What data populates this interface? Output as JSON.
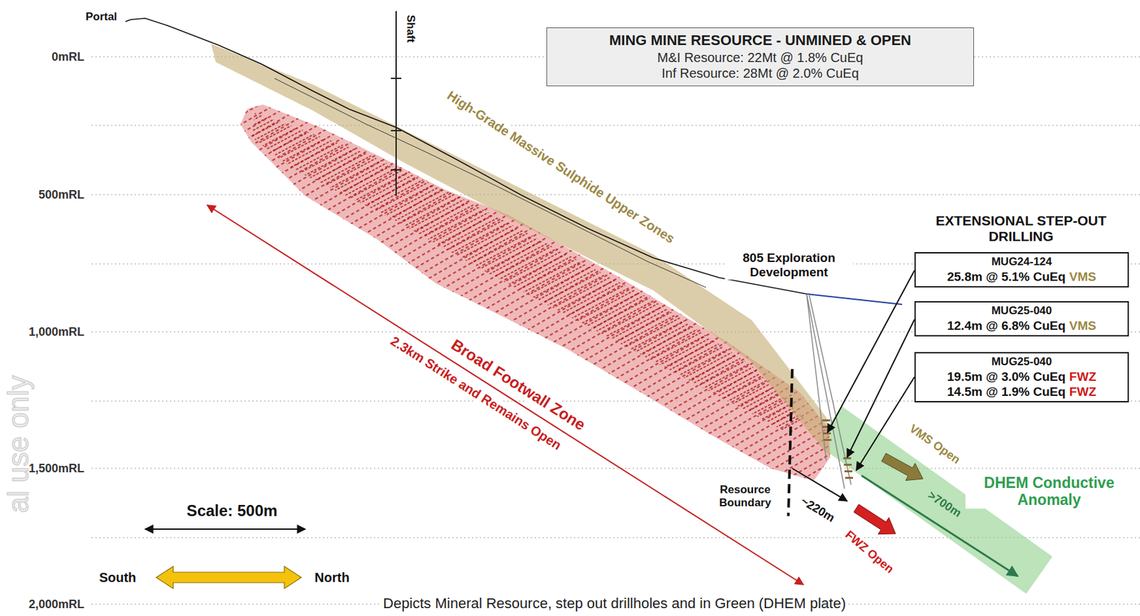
{
  "diagram": {
    "caption": "Depicts Mineral Resource, step out drillholes and in Green (DHEM plate)",
    "nodes": [
      {
        "text": [
          "MING MINE RESOURCE - UNMINED & OPEN",
          "M&I Resource: 22Mt @ 1.8% CuEq",
          "Inf Resource: 28Mt @ 2.0% CuEq"
        ]
      },
      {
        "text": [
          "MUG24-124",
          "25.8m @ 5.1% CuEq",
          "VMS"
        ]
      },
      {
        "text": [
          "MUG25-040",
          "12.4m @ 6.8% CuEq",
          "VMS"
        ]
      },
      {
        "text": [
          "MUG25-040",
          "19.5m @ 3.0% CuEq",
          "FWZ",
          "14.5m @ 1.9% CuEq",
          "FWZ"
        ]
      }
    ],
    "labels": [
      "Portal",
      "Shaft",
      "0mRL",
      "500mRL",
      "1,000mRL",
      "1,500mRL",
      "2,000mRL",
      "High-Grade Massive Sulphide Upper Zones",
      "805 Exploration Development",
      "EXTENSIONAL STEP-OUT DRILLING",
      "Broad Footwall Zone",
      "2.3km Strike and Remains Open",
      "Resource Boundary",
      "~220m",
      "VMS Open",
      "FWZ Open",
      ">700m",
      "DHEM Conductive Anomaly",
      "Scale: 500m",
      "South",
      "North",
      "al use only"
    ]
  }
}
